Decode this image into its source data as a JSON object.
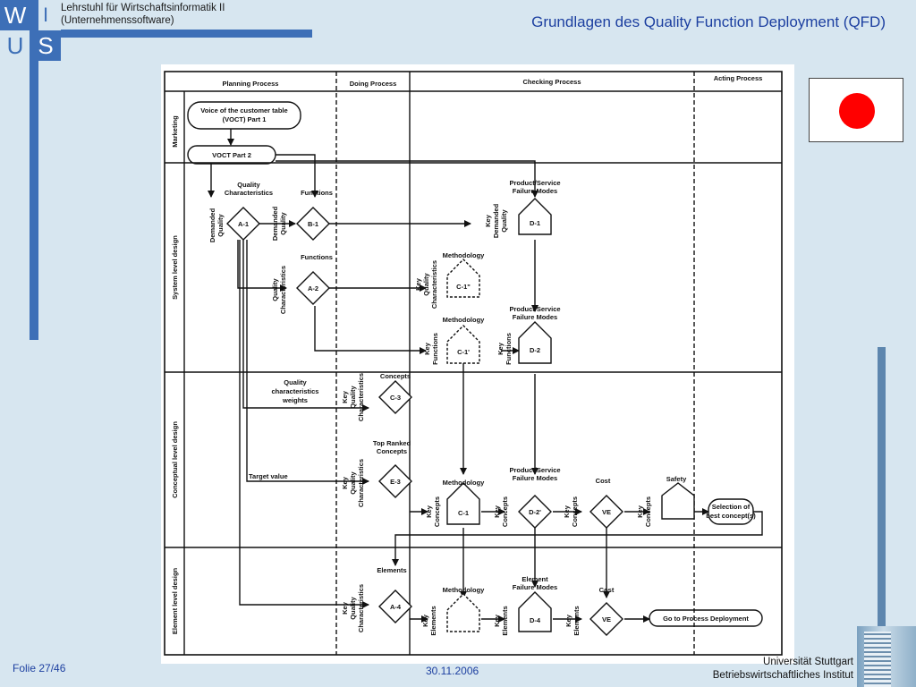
{
  "logo": {
    "letters": [
      "W",
      "I",
      "U",
      "S"
    ]
  },
  "header": {
    "chair_line1": "Lehrstuhl für Wirtschaftsinformatik II",
    "chair_line2": "(Unternehmenssoftware)",
    "title": "Grundlagen des Quality Function Deployment (QFD)"
  },
  "diagram": {
    "columns": [
      "Planning Process",
      "Doing Process",
      "Checking Process",
      "Acting Process"
    ],
    "rows": [
      "Marketing",
      "System level design",
      "Conceptual level design",
      "Element level design"
    ],
    "voct1": [
      "Voice of the customer table",
      "(VOCT) Part 1"
    ],
    "voct2": "VOCT Part 2",
    "quality_characteristics": [
      "Quality",
      "Characteristics"
    ],
    "functions": "Functions",
    "demanded_quality": [
      "Demanded",
      "Quality"
    ],
    "key_demanded_quality": [
      "Key",
      "Demanded",
      "Quality"
    ],
    "product_service_failure_modes": [
      "Product/Service",
      "Failure Modes"
    ],
    "methodology": "Methodology",
    "key_quality_characteristics": [
      "Key",
      "Quality",
      "Characteristics"
    ],
    "key_functions": [
      "Key",
      "Functions"
    ],
    "quality_characteristics_weights": [
      "Quality",
      "characteristics",
      "weights"
    ],
    "concepts": "Concepts",
    "top_ranked_concepts": [
      "Top Ranked",
      "Concepts"
    ],
    "target_value": "Target value",
    "key_concepts": [
      "Key",
      "Concepts"
    ],
    "cost": "Cost",
    "safety": "Safety",
    "selection": [
      "Selection of",
      "best concept(s)"
    ],
    "elements": "Elements",
    "element_failure_modes": [
      "Element",
      "Failure Modes"
    ],
    "key_elements": [
      "Key",
      "Elements"
    ],
    "go_to": "Go to Process Deployment",
    "nodes": {
      "a1": "A-1",
      "a2": "A-2",
      "b1": "B-1",
      "d1": "D-1",
      "c1s": "C-1\"",
      "c1p": "C-1'",
      "d2": "D-2",
      "c3": "C-3",
      "e3": "E-3",
      "c1": "C-1",
      "d2p": "D-2'",
      "ve1": "VE",
      "a4": "A-4",
      "d4": "D-4",
      "ve2": "VE"
    }
  },
  "footer": {
    "slide": "Folie 27/46",
    "date": "30.11.2006",
    "uni": "Universität Stuttgart",
    "inst": "Betriebswirtschaftliches Institut"
  },
  "colors": {
    "accent_blue": "#3d6fb7",
    "title_blue": "#1c3fa0",
    "flag_red": "#ff0000"
  }
}
